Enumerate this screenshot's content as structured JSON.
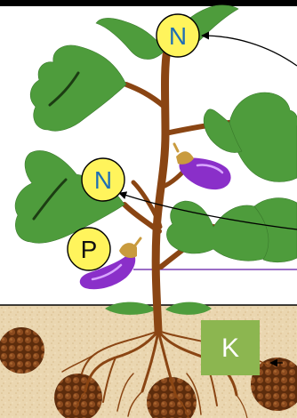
{
  "nutrients": {
    "n_top": {
      "symbol": "N",
      "fill": "#fff45c",
      "text_color": "#1f6fb5"
    },
    "n_mid": {
      "symbol": "N",
      "fill": "#fff45c",
      "text_color": "#1f6fb5"
    },
    "p": {
      "symbol": "P",
      "fill": "#fff45c",
      "text_color": "#111111"
    },
    "k": {
      "symbol": "K",
      "fill": "#8cb650",
      "text_color": "#ffffff"
    }
  },
  "colors": {
    "leaf": "#4e9c3c",
    "leaf_vein": "#1c3d13",
    "stem": "#8a4513",
    "soil": "#ead6b0",
    "soil_edge": "#000000",
    "eggplant": "#8a2fc9",
    "eggplant_highlight": "#d9a6ff",
    "calyx": "#c99b3e",
    "pellet": "#7a3e16",
    "arrow": "#000000",
    "purple_line": "#7a3fb3"
  },
  "icons": [
    "nitrogen-badge-icon",
    "phosphorus-badge-icon",
    "potassium-badge-icon",
    "eggplant-icon",
    "fertilizer-pellet-icon"
  ]
}
